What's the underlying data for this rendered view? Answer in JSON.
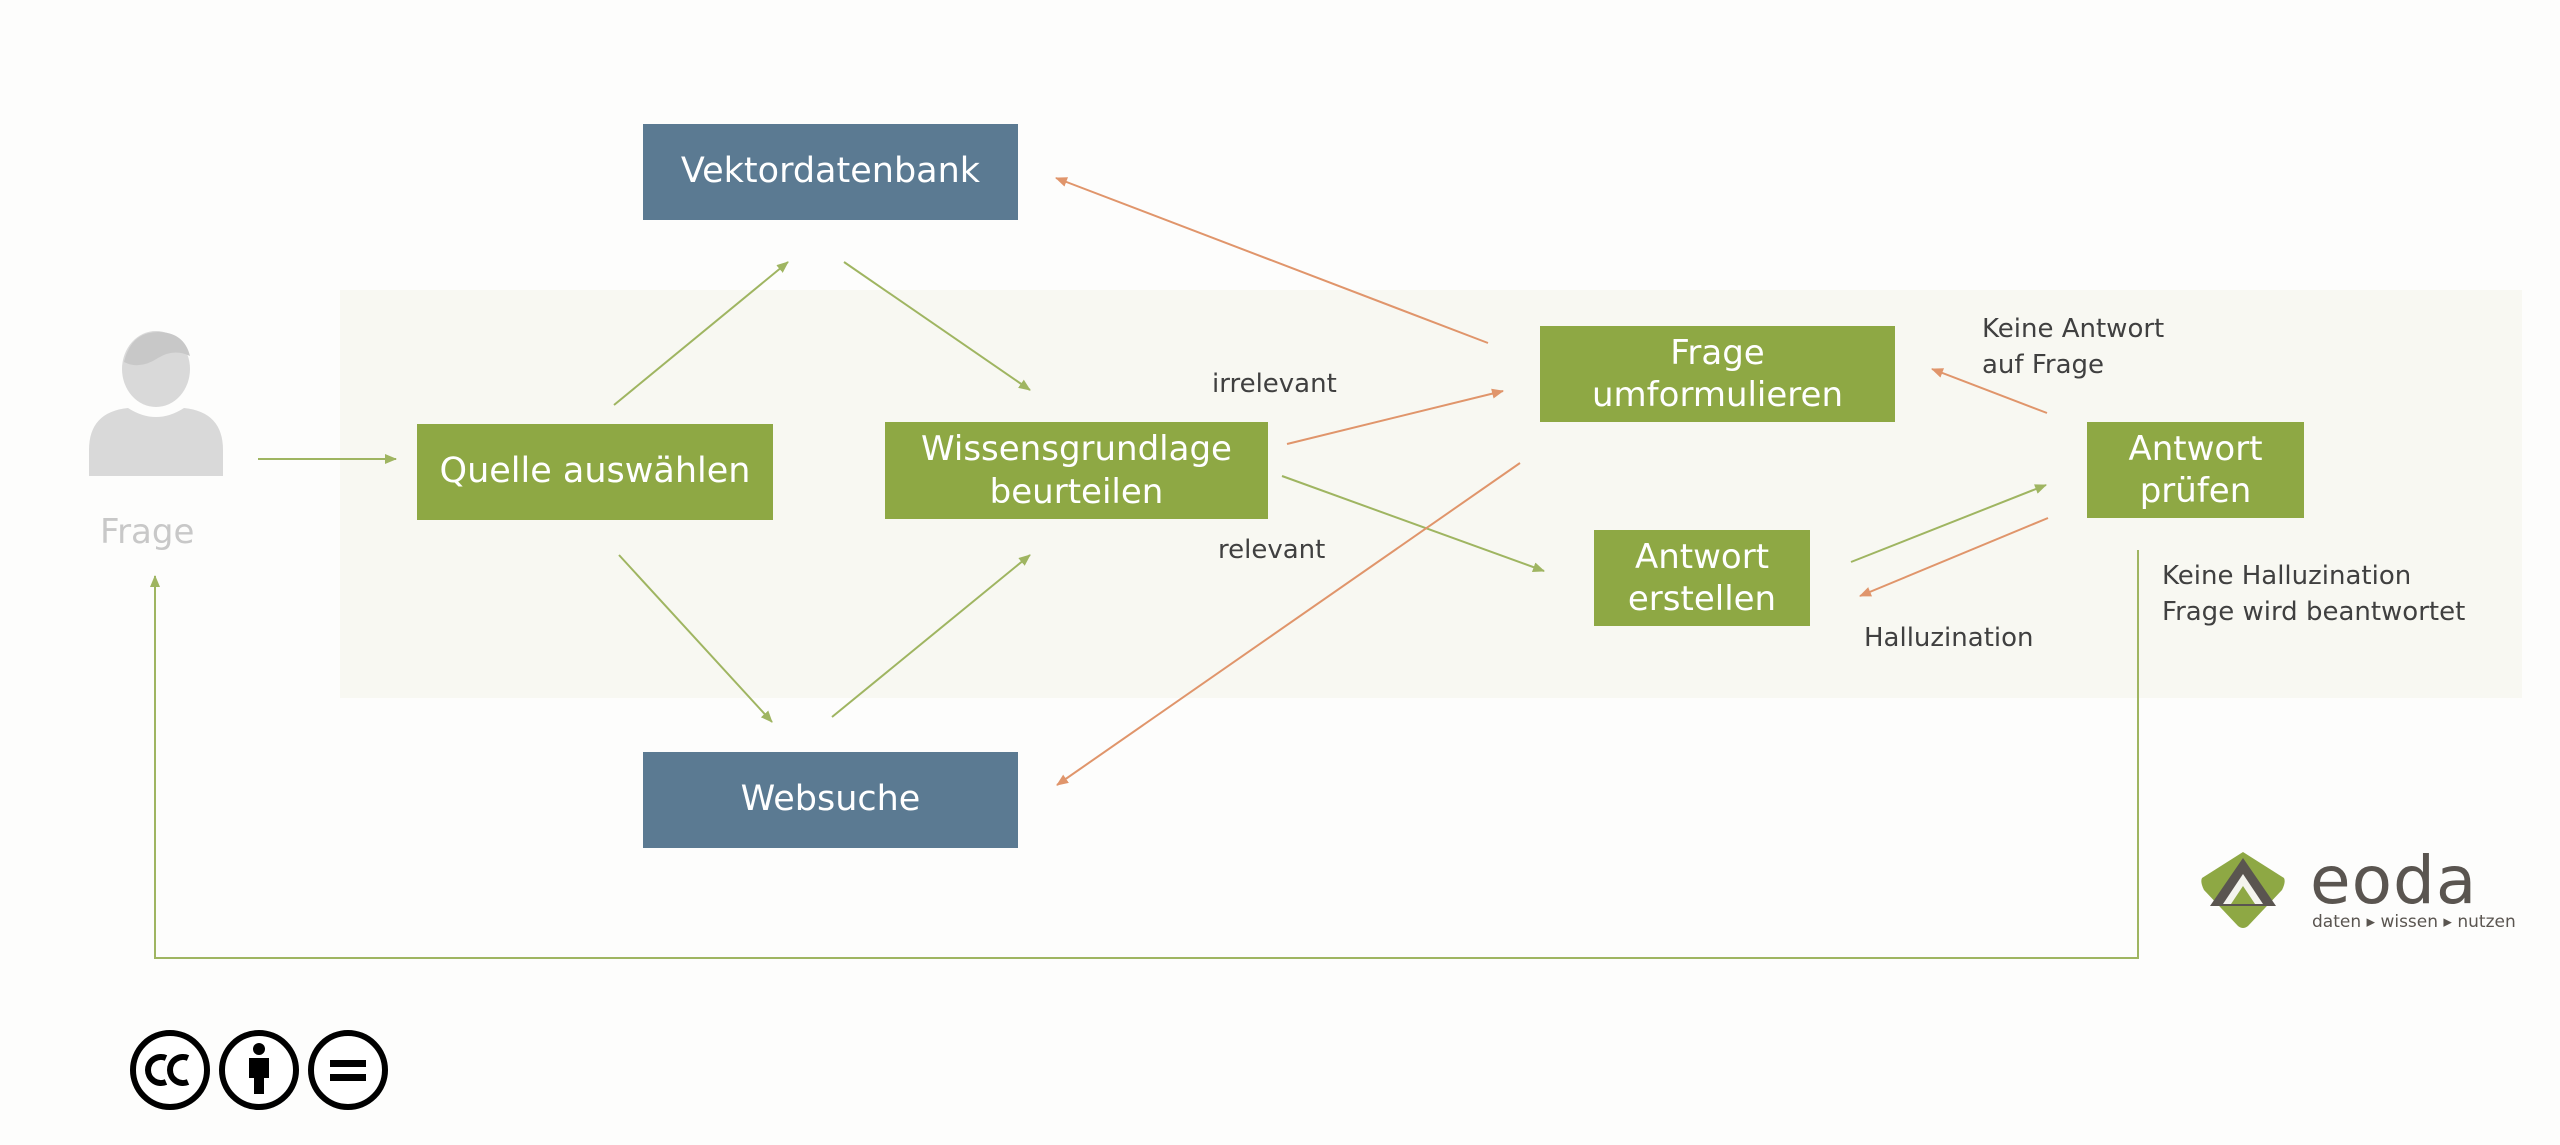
{
  "diagram": {
    "nodes": {
      "user": {
        "caption": "Frage"
      },
      "quelle": {
        "label": "Quelle auswählen"
      },
      "vektordatenbank": {
        "label": "Vektordatenbank"
      },
      "websuche": {
        "label": "Websuche"
      },
      "wissensgrundlage": {
        "label": "Wissensgrundlage\nbeurteilen"
      },
      "frage_umformulieren": {
        "label": "Frage\numformulieren"
      },
      "antwort_erstellen": {
        "label": "Antwort\nerstellen"
      },
      "antwort_pruefen": {
        "label": "Antwort\nprüfen"
      }
    },
    "edge_labels": {
      "irrelevant": "irrelevant",
      "relevant": "relevant",
      "halluzination": "Halluzination",
      "keine_antwort": "Keine Antwort\nauf Frage",
      "keine_halluzination": "Keine Halluzination\nFrage wird beantwortet"
    }
  },
  "logo": {
    "wordmark": "eoda",
    "tagline": "daten ▸ wissen ▸ nutzen"
  },
  "license": {
    "icons": [
      "cc-icon",
      "by-icon",
      "nd-icon"
    ]
  },
  "colors": {
    "green": "#8ea844",
    "blue": "#5b7a92",
    "orange": "#e0956b",
    "green_line": "#9fb561",
    "band": "#f8f8f2",
    "user_icon": "#d9d9d9"
  }
}
